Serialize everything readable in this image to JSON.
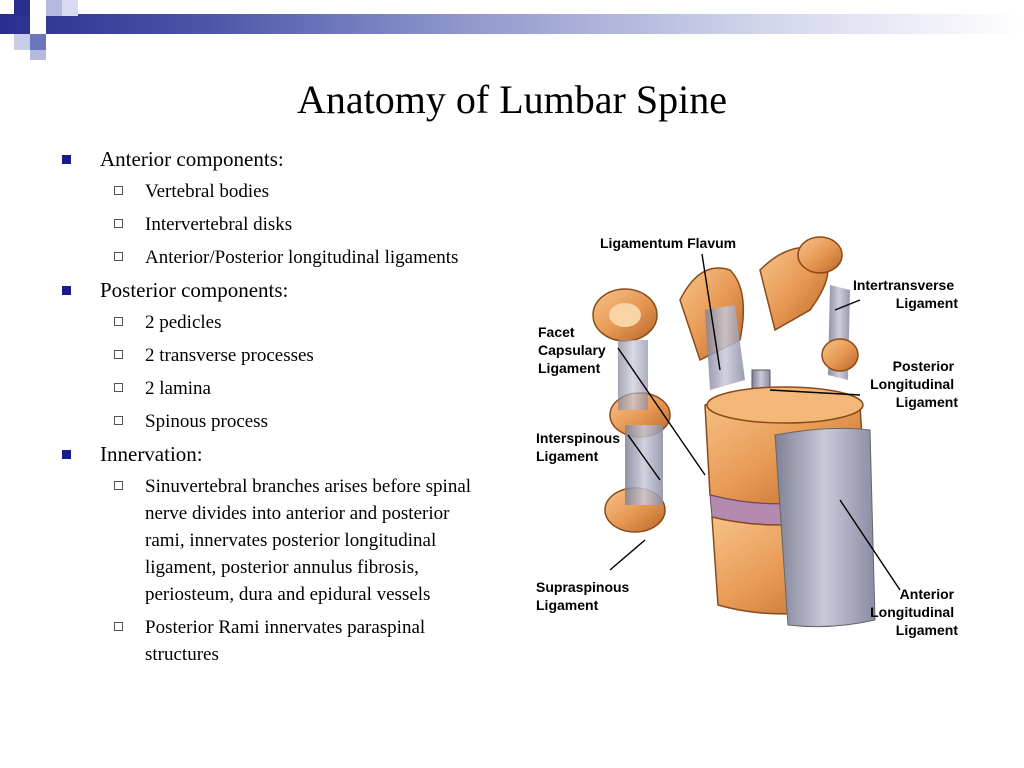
{
  "title": "Anatomy of Lumbar Spine",
  "sections": [
    {
      "heading": "Anterior components:",
      "items": [
        "Vertebral bodies",
        "Intervertebral disks",
        "Anterior/Posterior longitudinal ligaments"
      ]
    },
    {
      "heading": "Posterior components:",
      "items": [
        "2 pedicles",
        "2 transverse processes",
        "2 lamina",
        "Spinous process"
      ]
    },
    {
      "heading": "Innervation:",
      "items": [
        "Sinuvertebral branches arises before spinal nerve divides into anterior and posterior rami, innervates posterior longitudinal ligament, posterior annulus fibrosis, periosteum, dura and epidural vessels",
        "Posterior Rami innervates paraspinal structures"
      ]
    }
  ],
  "figure": {
    "labels": {
      "ligamentum_flavum": "Ligamentum Flavum",
      "intertransverse": [
        "Intertransverse",
        "Ligament"
      ],
      "facet_capsulary": [
        "Facet",
        "Capsulary",
        "Ligament"
      ],
      "posterior_longitudinal": [
        "Posterior",
        "Longitudinal",
        "Ligament"
      ],
      "interspinous": [
        "Interspinous",
        "Ligament"
      ],
      "supraspinous": [
        "Supraspinous",
        "Ligament"
      ],
      "anterior_longitudinal": [
        "Anterior",
        "Longitudinal",
        "Ligament"
      ]
    }
  },
  "colors": {
    "bar_dark": "#2a2f8f",
    "bullet": "#1a1a8a",
    "bone": "#e89a55",
    "ligament": "#9ea0b8"
  }
}
